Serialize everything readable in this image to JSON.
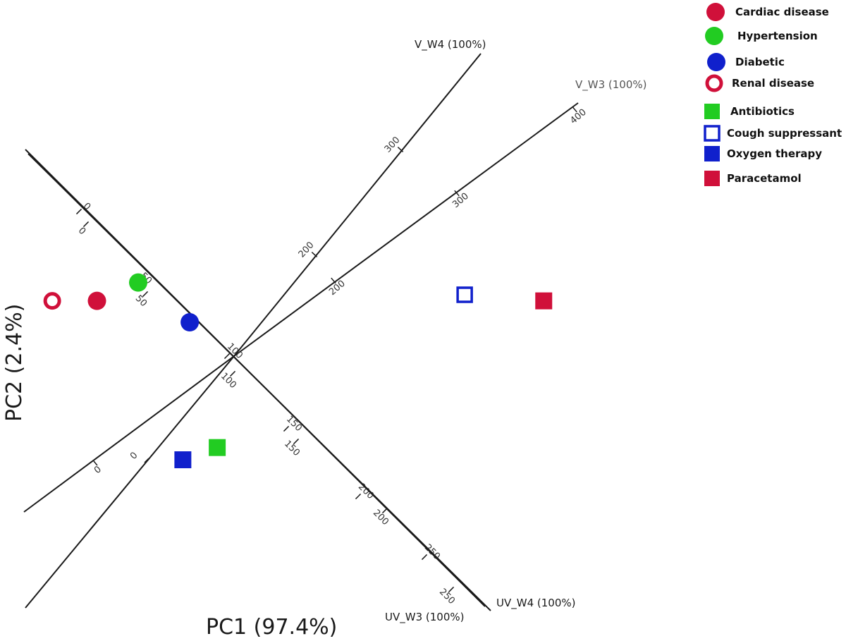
{
  "chart_data": {
    "type": "scatter",
    "subtype": "PCA biplot",
    "xlabel": "PC1 (97.4%)",
    "ylabel": "PC2 (2.4%)",
    "grid": false,
    "legend_position": "top-right",
    "vectors": [
      {
        "name": "V_W4 (100%)",
        "ticks": [
          "200",
          "300"
        ]
      },
      {
        "name": "V_W3 (100%)",
        "ticks": [
          "200",
          "300",
          "400"
        ]
      },
      {
        "name": "UV_W4 (100%)",
        "ticks": [
          "0",
          "50",
          "100",
          "150",
          "200",
          "250"
        ]
      },
      {
        "name": "UV_W3 (100%)",
        "ticks": [
          "0",
          "50",
          "100",
          "150",
          "200",
          "250"
        ]
      }
    ],
    "series": [
      {
        "name": "Cardiac disease",
        "marker": "circle",
        "color": "#d0103a",
        "filled": true,
        "x": -0.45,
        "y": 0.1
      },
      {
        "name": "Hypertension",
        "marker": "circle",
        "color": "#22cc22",
        "filled": true,
        "x": -0.33,
        "y": 0.16
      },
      {
        "name": "Diabetic",
        "marker": "circle",
        "color": "#1020cc",
        "filled": true,
        "x": -0.18,
        "y": 0.03
      },
      {
        "name": "Renal disease",
        "marker": "circle",
        "color": "#d0103a",
        "filled": false,
        "x": -0.58,
        "y": 0.1
      },
      {
        "name": "Antibiotics",
        "marker": "square",
        "color": "#22cc22",
        "filled": true,
        "x": -0.1,
        "y": -0.38
      },
      {
        "name": "Cough suppressant",
        "marker": "square",
        "color": "#1020cc",
        "filled": false,
        "x": 0.62,
        "y": 0.12
      },
      {
        "name": "Oxygen therapy",
        "marker": "square",
        "color": "#1020cc",
        "filled": true,
        "x": -0.2,
        "y": -0.42
      },
      {
        "name": "Paracetamol",
        "marker": "square",
        "color": "#d0103a",
        "filled": true,
        "x": 0.85,
        "y": 0.1
      }
    ]
  }
}
